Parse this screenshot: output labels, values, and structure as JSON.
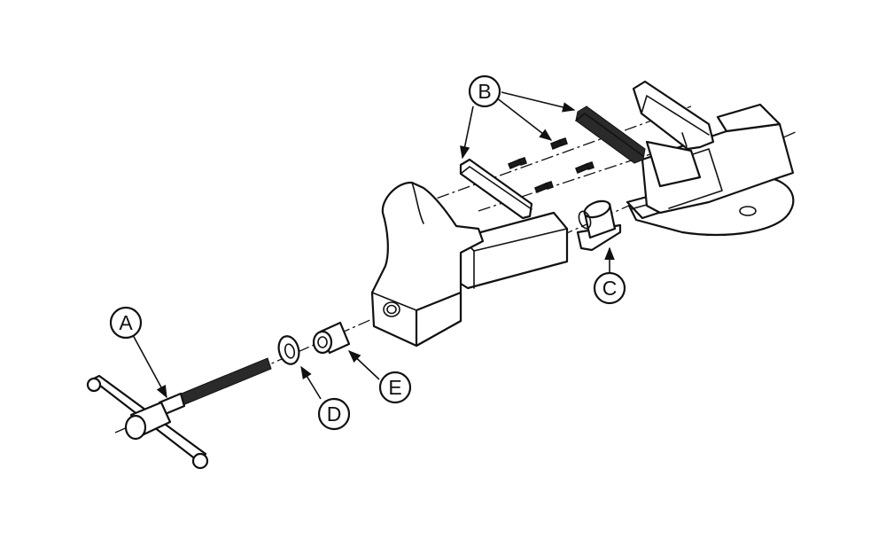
{
  "callouts": {
    "a": "A",
    "b": "B",
    "c": "C",
    "d": "D",
    "e": "E"
  },
  "parts": [
    "handle-screw-assembly",
    "jaw-plates-and-screws",
    "nut",
    "washer",
    "collar"
  ]
}
